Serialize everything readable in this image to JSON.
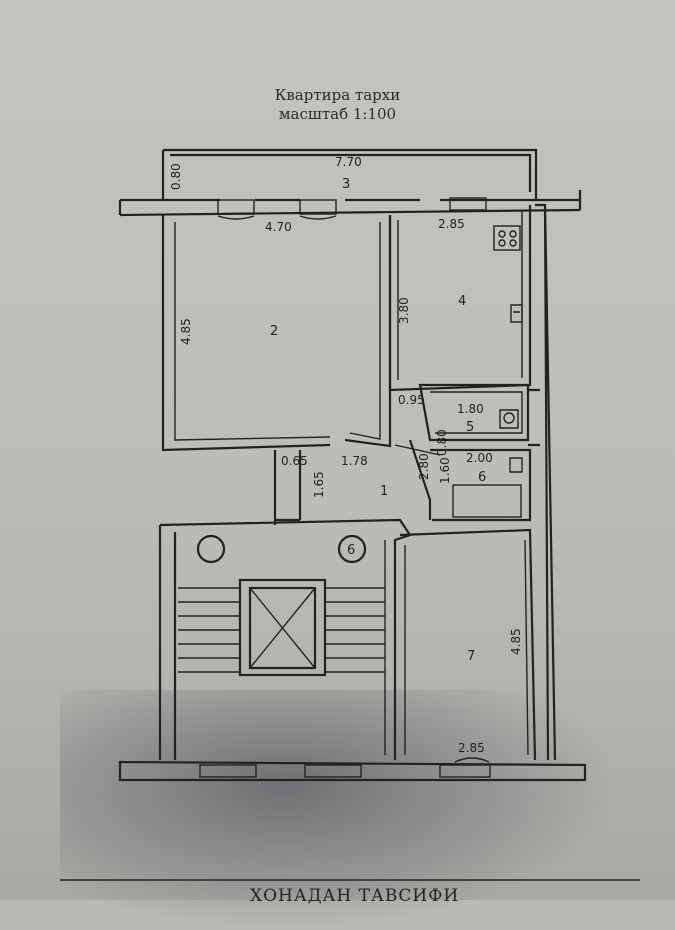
{
  "title": "Квартира тархи",
  "scale": "масштаб 1:100",
  "footer": "ХОНАДАН ТАВСИФИ",
  "dimensions": {
    "d770": "7.70",
    "d080a": "0.80",
    "d470": "4.70",
    "d485a": "4.85",
    "d285a": "2.85",
    "d380": "3.80",
    "d095": "0.95",
    "d180": "1.80",
    "d080b": "0.80",
    "d065": "0.65",
    "d178": "1.78",
    "d165": "1.65",
    "d280": "2.80",
    "d200": "2.00",
    "d160": "1.60",
    "d485b": "4.85",
    "d285b": "2.85"
  },
  "rooms": {
    "r1": "1",
    "r2": "2",
    "r3": "3",
    "r4": "4",
    "r5": "5",
    "r6": "6",
    "r7": "7",
    "stair": "6"
  }
}
